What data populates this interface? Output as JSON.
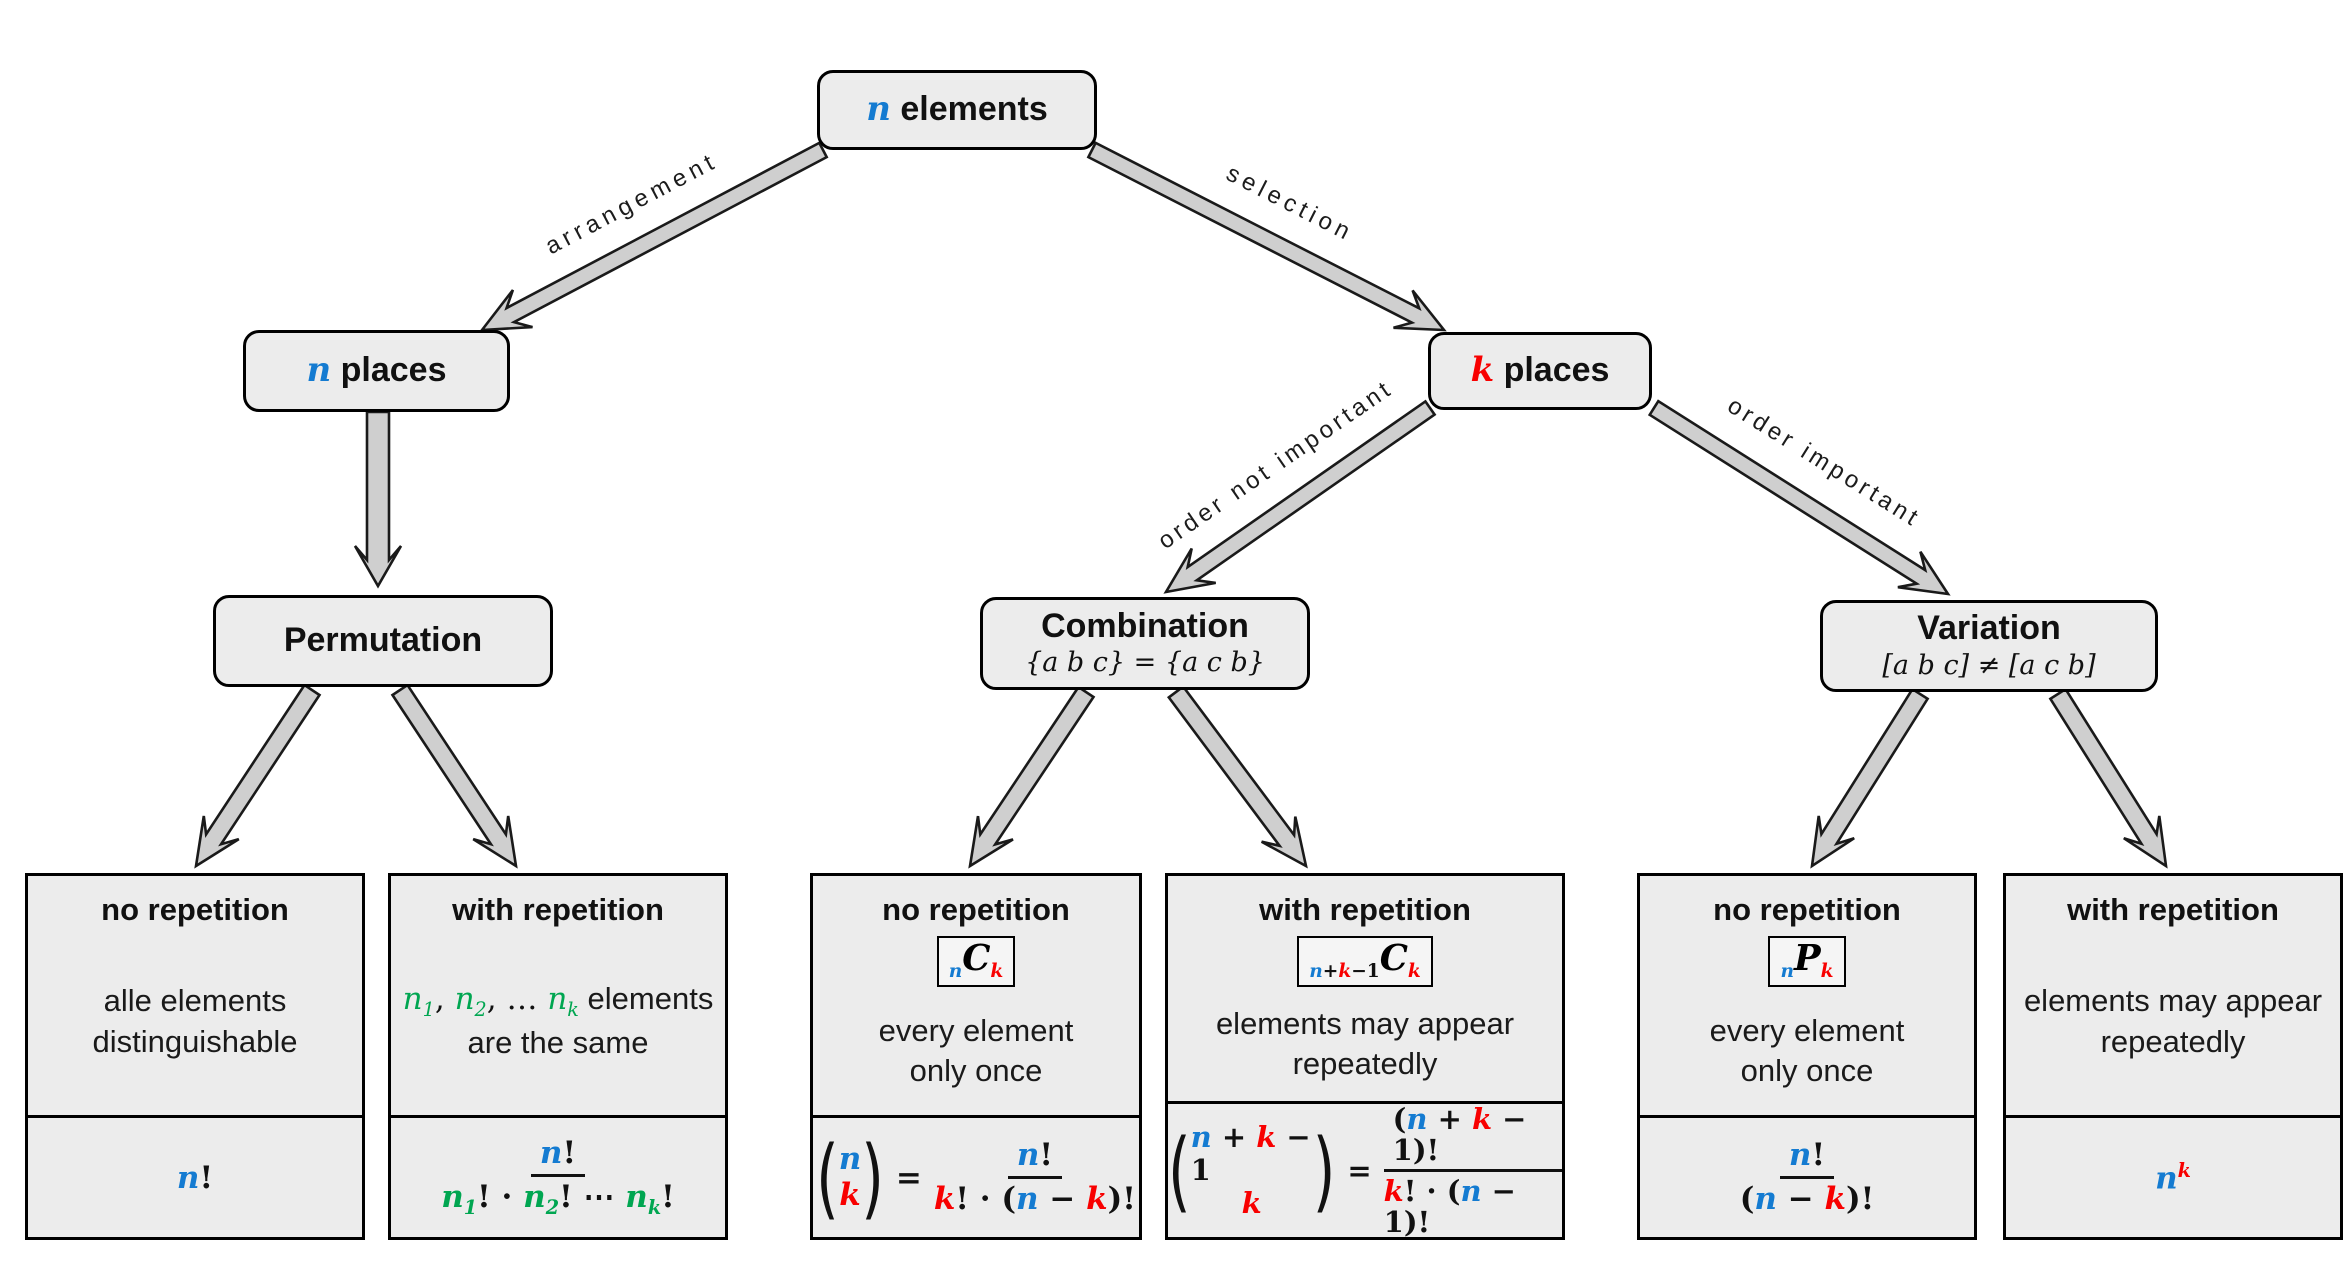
{
  "colors": {
    "blue": "#147bd1",
    "red": "#f80000",
    "green": "#00a651",
    "box_fill": "#ececec",
    "arrow_fill": "#cfcfcf"
  },
  "nodes": {
    "root": {
      "tokens": [
        {
          "t": "n",
          "c": "n"
        },
        {
          "t": " elements",
          "c": "t"
        }
      ]
    },
    "n_places": {
      "tokens": [
        {
          "t": "n",
          "c": "n"
        },
        {
          "t": " places",
          "c": "t"
        }
      ]
    },
    "k_places": {
      "tokens": [
        {
          "t": "k",
          "c": "k"
        },
        {
          "t": " places",
          "c": "t"
        }
      ]
    },
    "permutation": {
      "title": "Permutation",
      "subtitle": ""
    },
    "combination": {
      "title": "Combination",
      "subtitle": "{a b c} = {a c b}"
    },
    "variation": {
      "title": "Variation",
      "subtitle": "[a b c] ≠ [a c b]"
    }
  },
  "edge_labels": {
    "arrangement": "arrangement",
    "selection": "selection",
    "order_not_important": "order not important",
    "order_important": "order important"
  },
  "leaves": [
    {
      "title": "no repetition",
      "desc_lines": [
        "alle elements",
        "distinguishable"
      ],
      "formula_tokens": [
        {
          "t": "n",
          "c": "n"
        },
        {
          "t": "!",
          "c": "o"
        }
      ]
    },
    {
      "title": "with repetition",
      "desc_tokens": [
        {
          "t": "n",
          "c": "gi"
        },
        {
          "t": "1",
          "c": "gi",
          "sub": true
        },
        {
          "t": ", ",
          "c": "os"
        },
        {
          "t": "n",
          "c": "gi"
        },
        {
          "t": "2",
          "c": "gi",
          "sub": true
        },
        {
          "t": ", … ",
          "c": "os"
        },
        {
          "t": "n",
          "c": "gi"
        },
        {
          "t": "k",
          "c": "gi",
          "sub": true
        },
        {
          "t": " elements",
          "c": "t2"
        }
      ],
      "desc_line2": "are the same",
      "frac_num": [
        {
          "t": "n",
          "c": "n"
        },
        {
          "t": "!",
          "c": "o"
        }
      ],
      "frac_den": [
        {
          "t": "n",
          "c": "g"
        },
        {
          "t": "1",
          "c": "g",
          "sub": true
        },
        {
          "t": "! · ",
          "c": "o"
        },
        {
          "t": "n",
          "c": "g"
        },
        {
          "t": "2",
          "c": "g",
          "sub": true
        },
        {
          "t": "! ⋯ ",
          "c": "o"
        },
        {
          "t": "n",
          "c": "g"
        },
        {
          "t": "k",
          "c": "g",
          "sub": true
        },
        {
          "t": "!",
          "c": "o"
        }
      ]
    },
    {
      "title": "no repetition",
      "badge_tokens": [
        {
          "t": "n",
          "c": "n",
          "sub": true
        },
        {
          "t": "C",
          "c": "big"
        },
        {
          "t": "k",
          "c": "k",
          "sub": true
        }
      ],
      "desc_lines": [
        "every element",
        "only once"
      ],
      "binom_top": [
        {
          "t": "n",
          "c": "n"
        }
      ],
      "binom_bot": [
        {
          "t": "k",
          "c": "k"
        }
      ],
      "eq": "=",
      "frac_num": [
        {
          "t": "n",
          "c": "n"
        },
        {
          "t": "!",
          "c": "o"
        }
      ],
      "frac_den": [
        {
          "t": "k",
          "c": "k"
        },
        {
          "t": "! · (",
          "c": "o"
        },
        {
          "t": "n",
          "c": "n"
        },
        {
          "t": " − ",
          "c": "o"
        },
        {
          "t": "k",
          "c": "k"
        },
        {
          "t": ")!",
          "c": "o"
        }
      ]
    },
    {
      "title": "with repetition",
      "badge_tokens": [
        {
          "t": "n",
          "c": "n",
          "sub": true
        },
        {
          "t": "+",
          "c": "o",
          "sub": true
        },
        {
          "t": "k",
          "c": "k",
          "sub": true
        },
        {
          "t": "−1",
          "c": "o",
          "sub": true
        },
        {
          "t": "C",
          "c": "big"
        },
        {
          "t": "k",
          "c": "k",
          "sub": true
        }
      ],
      "desc_lines": [
        "elements may appear",
        "repeatedly"
      ],
      "binom_top": [
        {
          "t": "n",
          "c": "n"
        },
        {
          "t": " + ",
          "c": "o"
        },
        {
          "t": "k",
          "c": "k"
        },
        {
          "t": " − 1",
          "c": "o"
        }
      ],
      "binom_bot": [
        {
          "t": "k",
          "c": "k"
        }
      ],
      "eq": "=",
      "frac_num": [
        {
          "t": "(",
          "c": "o"
        },
        {
          "t": "n",
          "c": "n"
        },
        {
          "t": " + ",
          "c": "o"
        },
        {
          "t": "k",
          "c": "k"
        },
        {
          "t": " − 1",
          "c": "o"
        },
        {
          "t": ")!",
          "c": "o"
        }
      ],
      "frac_den": [
        {
          "t": "k",
          "c": "k"
        },
        {
          "t": "! · (",
          "c": "o"
        },
        {
          "t": "n",
          "c": "n"
        },
        {
          "t": " − 1",
          "c": "o"
        },
        {
          "t": ")!",
          "c": "o"
        }
      ]
    },
    {
      "title": "no repetition",
      "badge_tokens": [
        {
          "t": "n",
          "c": "n",
          "sub": true
        },
        {
          "t": "P",
          "c": "big"
        },
        {
          "t": "k",
          "c": "k",
          "sub": true
        }
      ],
      "desc_lines": [
        "every element",
        "only once"
      ],
      "frac_num": [
        {
          "t": "n",
          "c": "n"
        },
        {
          "t": "!",
          "c": "o"
        }
      ],
      "frac_den": [
        {
          "t": "(",
          "c": "o"
        },
        {
          "t": "n",
          "c": "n"
        },
        {
          "t": " − ",
          "c": "o"
        },
        {
          "t": "k",
          "c": "k"
        },
        {
          "t": ")!",
          "c": "o"
        }
      ]
    },
    {
      "title": "with repetition",
      "desc_lines": [
        "elements may appear",
        "repeatedly"
      ],
      "formula_tokens": [
        {
          "t": "n",
          "c": "n"
        },
        {
          "t": "k",
          "c": "k",
          "sup": true
        }
      ]
    }
  ]
}
